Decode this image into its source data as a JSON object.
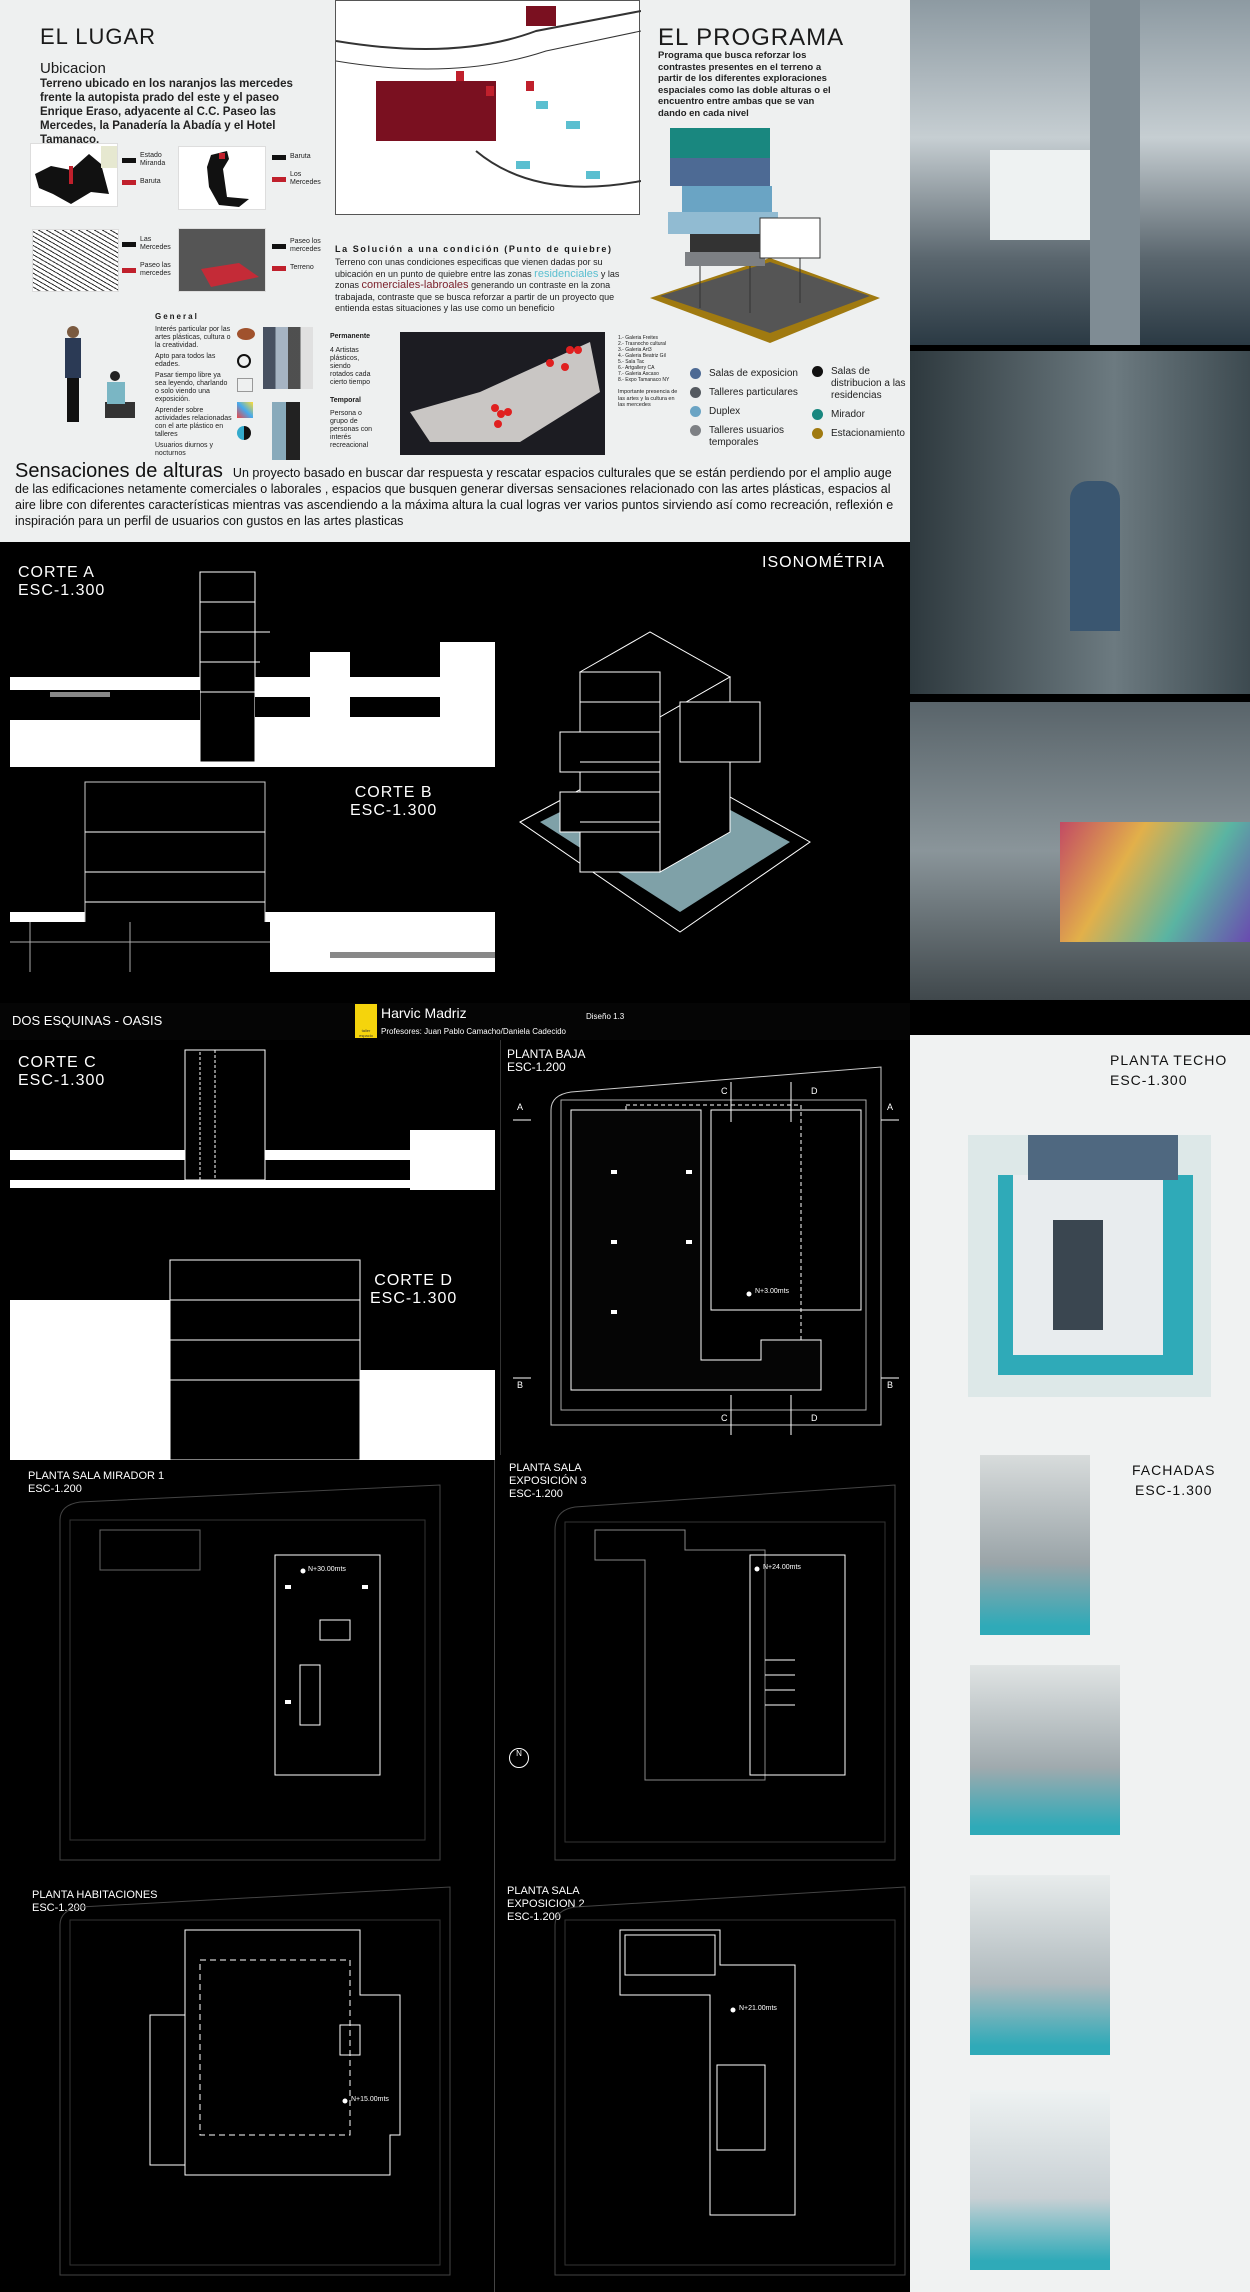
{
  "lugar": {
    "title": "EL LUGAR",
    "subtitle": "Ubicacion",
    "text": "Terreno ubicado en los naranjos las mercedes frente la autopista prado del este y el paseo Enrique Eraso, adyacente al C.C. Paseo las Mercedes, la Panadería la Abadía y el Hotel Tamanaco.",
    "maps": [
      {
        "legend": [
          {
            "label": "Estado Miranda",
            "color": "#111111"
          },
          {
            "label": "Baruta",
            "color": "#c0202c"
          }
        ]
      },
      {
        "legend": [
          {
            "label": "Baruta",
            "color": "#111111"
          },
          {
            "label": "Los Mercedes",
            "color": "#c0202c"
          }
        ]
      },
      {
        "legend": [
          {
            "label": "Las Mercedes",
            "color": "#111111"
          },
          {
            "label": "Paseo las mercedes",
            "color": "#c0202c"
          }
        ]
      },
      {
        "legend": [
          {
            "label": "Paseo los mercedes",
            "color": "#111111"
          },
          {
            "label": "Terreno",
            "color": "#c0202c"
          }
        ]
      }
    ]
  },
  "usuarios": {
    "general_title": "General",
    "general": [
      "Interés particular por las artes plásticas, cultura o la creatividad.",
      "Apto para todos las edades.",
      "Pasar tiempo libre ya sea leyendo, charlando o solo viendo una exposición.",
      "Aprender sobre actividades relacionadas con el arte plástico en talleres",
      "Usuarios diurnos y nocturnos"
    ],
    "permanente_title": "Permanente",
    "permanente": "4 Artistas plásticos, siendo rotados cada cierto tiempo",
    "temporal_title": "Temporal",
    "temporal": "Persona o grupo de personas con interés recreacional"
  },
  "solucion": {
    "title": "La Solución a una condición (Punto de quiebre)",
    "text_a": "Terreno con unas condiciones especificas que vienen dadas por su ubicación en un punto de quiebre entre las zonas",
    "residenciales": "residenciales",
    "text_b": "y las zonas",
    "comerciales": "comerciales-labroales",
    "text_c": "generando un contraste en la zona trabajada, contraste que se busca reforzar a partir de un proyecto que entienda estas situaciones y las use como un beneficio",
    "residenciales_color": "#5bbfd0",
    "comerciales_color": "#7a1f2a"
  },
  "galerias": [
    "1.- Galeria Freites",
    "2.- Trasnocho cultural",
    "3.- Galeria Art3",
    "4.- Galeria Beatriz Gil",
    "5.- Sala Tac",
    "6.- Artgallery CA",
    "7.- Galeria Ascaso",
    "8.- Expo Tamanaco NY"
  ],
  "galerias_note": "Importante presencia de las artes y la cultura en las mercedes",
  "programa": {
    "title": "EL PROGRAMA",
    "text": "Programa que busca reforzar los contrastes presentes en el terreno a partir de los diferentes exploraciones espaciales como las doble alturas o el encuentro entre ambas que se van dando en cada nivel",
    "legend": [
      {
        "label": "Salas de exposicion",
        "color": "#4d6a94"
      },
      {
        "label": "Talleres particulares",
        "color": "#555a60"
      },
      {
        "label": "Duplex",
        "color": "#6aa4c4"
      },
      {
        "label": "Talleres usuarios temporales",
        "color": "#7d8084"
      },
      {
        "label": "Salas de distribucion a las residencias",
        "color": "#111111"
      },
      {
        "label": "Mirador",
        "color": "#19877f"
      },
      {
        "label": "Estacionamiento",
        "color": "#a07a10"
      }
    ]
  },
  "sensaciones": {
    "title": "Sensaciones de alturas",
    "text": "Un proyecto basado en buscar dar respuesta y rescatar espacios culturales que se están perdiendo por el amplio auge de las edificaciones netamente comerciales o laborales , espacios que busquen generar diversas sensaciones relacionado con las artes plásticas, espacios al aire libre con diferentes características mientras vas ascendiendo a la máxima altura la cual logras ver varios puntos sirviendo así como recreación, reflexión e inspiración para un perfil de usuarios con gustos en las artes plasticas"
  },
  "cortes": {
    "a": [
      "CORTE A",
      "ESC-1.300"
    ],
    "b": [
      "CORTE B",
      "ESC-1.300"
    ],
    "c": [
      "CORTE C",
      "ESC-1.300"
    ],
    "d": [
      "CORTE D",
      "ESC-1.300"
    ],
    "iso": "ISONOMÉTRIA"
  },
  "banner": {
    "project": "DOS ESQUINAS - OASIS",
    "author": "Harvic Madriz",
    "professors": "Profesores: Juan Pablo Camacho/Daniela Cadecido",
    "course": "Diseño 1.3",
    "logo_text": "taller espacio"
  },
  "plantas": {
    "baja": {
      "title": "PLANTA BAJA",
      "scale": "ESC-1.200",
      "level": "N+3.00mts",
      "markers": [
        "A",
        "B",
        "C",
        "D"
      ]
    },
    "mirador": {
      "title": "PLANTA SALA MIRADOR 1",
      "scale": "ESC-1.200",
      "level": "N+30.00mts"
    },
    "expo3": {
      "title": "PLANTA SALA EXPOSICIÓN 3",
      "scale": "ESC-1.200",
      "level": "N+24.00mts"
    },
    "habitaciones": {
      "title": "PLANTA HABITACIONES",
      "scale": "ESC-1.200",
      "level": "N+15.00mts"
    },
    "expo2": {
      "title": "PLANTA SALA EXPOSICION 2",
      "scale": "ESC-1.200",
      "level": "N+21.00mts"
    },
    "north": "N"
  },
  "derecha": {
    "techo": [
      "PLANTA TECHO",
      "ESC-1.300"
    ],
    "fachadas": [
      "FACHADAS",
      "ESC-1.300"
    ]
  }
}
